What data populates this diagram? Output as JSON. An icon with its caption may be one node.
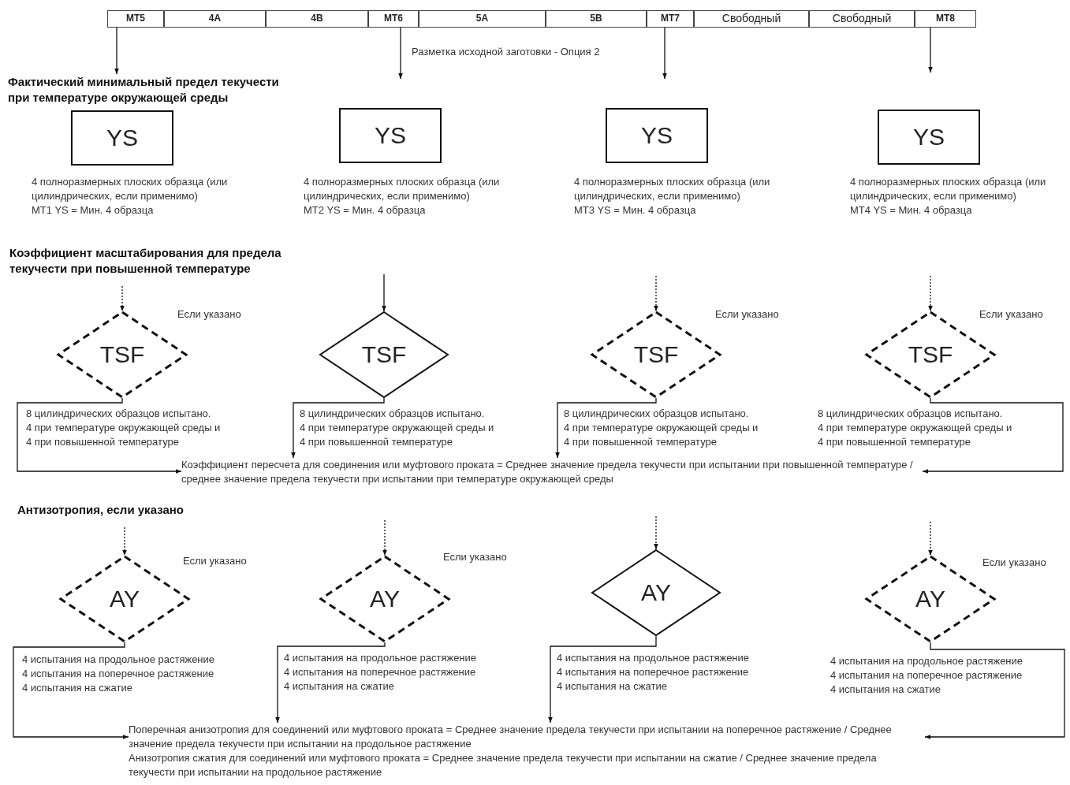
{
  "diagram": {
    "nodes": [
      {
        "text": [
          "MT5"
        ]
      },
      {
        "text": [
          "4A"
        ]
      },
      {
        "text": [
          "4B"
        ]
      },
      {
        "text": [
          "MT6"
        ]
      },
      {
        "text": [
          "5A"
        ]
      },
      {
        "text": [
          "5B"
        ]
      },
      {
        "text": [
          "MT7"
        ]
      },
      {
        "text": [
          "Свободный"
        ]
      },
      {
        "text": [
          "Свободный"
        ]
      },
      {
        "text": [
          "MT8"
        ]
      },
      {
        "text": [
          "YS"
        ],
        "beside": [
          "4 полноразмерных плоских образца (или цилиндрических, если применимо)",
          "MT1 YS = Мин. 4 образца"
        ]
      },
      {
        "text": [
          "YS"
        ],
        "beside": [
          "4 полноразмерных плоских образца (или цилиндрических, если применимо)",
          "MT2 YS = Мин. 4 образца"
        ]
      },
      {
        "text": [
          "YS"
        ],
        "beside": [
          "4 полноразмерных плоских образца (или цилиндрических, если применимо)",
          "MT3 YS = Мин. 4 образца"
        ]
      },
      {
        "text": [
          "YS"
        ],
        "beside": [
          "4 полноразмерных плоских образца (или цилиндрических, если применимо)",
          "MT4 YS = Мин. 4 образца"
        ]
      },
      {
        "text": [
          "TSF"
        ],
        "beside": [
          "Если указано",
          "8 цилиндрических образцов испытано.",
          "4 при температуре окружающей среды и",
          "4 при повышенной температуре"
        ]
      },
      {
        "text": [
          "TSF"
        ],
        "beside": [
          "8 цилиндрических образцов испытано.",
          "4 при температуре окружающей среды и",
          "4 при повышенной температуре"
        ]
      },
      {
        "text": [
          "TSF"
        ],
        "beside": [
          "Если указано",
          "8 цилиндрических образцов испытано.",
          "4 при температуре окружающей среды и",
          "4 при повышенной температуре"
        ]
      },
      {
        "text": [
          "TSF"
        ],
        "beside": [
          "Если указано",
          "8 цилиндрических образцов испытано.",
          "4 при температуре окружающей среды и",
          "4 при повышенной температуре"
        ]
      },
      {
        "text": [
          "Коэффициент пересчета для соединения или муфтового проката = Среднее значение предела текучести при испытании при повышенной температуре / среднее значение предела текучести при испытании при температуре окружающей среды"
        ]
      },
      {
        "text": [
          "AY"
        ],
        "beside": [
          "Если указано",
          "4 испытания на продольное растяжение",
          "4 испытания на поперечное растяжение",
          "4 испытания на сжатие"
        ]
      },
      {
        "text": [
          "AY"
        ],
        "beside": [
          "Если указано",
          "4 испытания на продольное растяжение",
          "4 испытания на поперечное растяжение",
          "4 испытания на сжатие"
        ]
      },
      {
        "text": [
          "AY"
        ],
        "beside": [
          "4 испытания на продольное растяжение",
          "4 испытания на поперечное растяжение",
          "4 испытания на сжатие"
        ]
      },
      {
        "text": [
          "AY"
        ],
        "beside": [
          "Если указано",
          "4 испытания на продольное растяжение",
          "4 испытания на поперечное растяжение",
          "4 испытания на сжатие"
        ]
      },
      {
        "text": [
          "Фактический минимальный предел текучести при температуре окружающей среды"
        ]
      },
      {
        "text": [
          "Поперечная анизотропия для соединений или муфтового проката = Среднее значение предела текучести при испытании на поперечное растяжение / Среднее значение предела текучести при испытании на продольное растяжение",
          "Анизотропия сжатия для соединений или муфтового проката = Среднее значение предела текучести при испытании на сжатие / Среднее значение предела текучести при испытании на продольное растяжение"
        ]
      }
    ],
    "edges": [
      {
        "from": 0,
        "to": 23,
        "arrow": "to"
      },
      {
        "from": 3,
        "to": null,
        "arrow": "to"
      },
      {
        "from": 6,
        "to": null,
        "arrow": "to"
      },
      {
        "from": 9,
        "to": null,
        "arrow": "to"
      },
      {
        "from": null,
        "to": 14,
        "arrow": "to",
        "style": "dashed"
      },
      {
        "from": null,
        "to": 15,
        "arrow": "to"
      },
      {
        "from": null,
        "to": 16,
        "arrow": "to",
        "style": "dashed"
      },
      {
        "from": null,
        "to": 17,
        "arrow": "to",
        "style": "dashed"
      },
      {
        "from": 14,
        "to": 18,
        "arrow": "to"
      },
      {
        "from": 15,
        "to": 18,
        "arrow": "to"
      },
      {
        "from": 16,
        "to": 18,
        "arrow": "to"
      },
      {
        "from": 17,
        "to": 18,
        "arrow": "to"
      },
      {
        "from": null,
        "to": 19,
        "arrow": "to",
        "style": "dashed"
      },
      {
        "from": null,
        "to": 20,
        "arrow": "to",
        "style": "dashed"
      },
      {
        "from": null,
        "to": 21,
        "arrow": "to",
        "style": "dashed"
      },
      {
        "from": null,
        "to": 22,
        "arrow": "to",
        "style": "dashed"
      },
      {
        "from": 19,
        "to": 24,
        "arrow": "to"
      },
      {
        "from": 20,
        "to": 24,
        "arrow": "to"
      },
      {
        "from": 21,
        "to": 24,
        "arrow": "to"
      },
      {
        "from": 22,
        "to": 24,
        "arrow": "to"
      }
    ],
    "labels": [
      "Разметка исходной заготовки - Опция 2",
      "Коэффициент масштабирования для предела текучести при повышенной температуре",
      "Антизотропия, если указано"
    ]
  }
}
